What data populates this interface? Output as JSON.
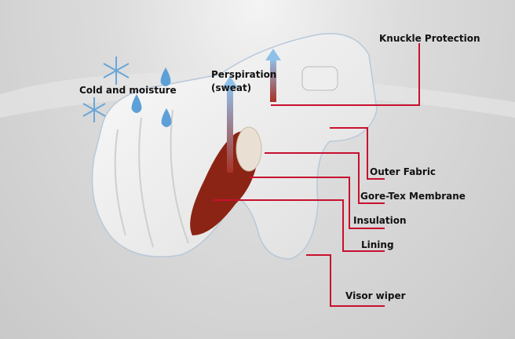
{
  "labels": {
    "cold": "Cold and moisture",
    "perspiration_1": "Perspiration",
    "perspiration_2": "(sweat)",
    "knuckle": "Knuckle Protection",
    "outer": "Outer Fabric",
    "goretex": "Gore-Tex Membrane",
    "insulation": "Insulation",
    "lining": "Lining",
    "visor": "Visor wiper"
  },
  "colors": {
    "leader": "#c8102e",
    "lining": "#8b2414"
  }
}
